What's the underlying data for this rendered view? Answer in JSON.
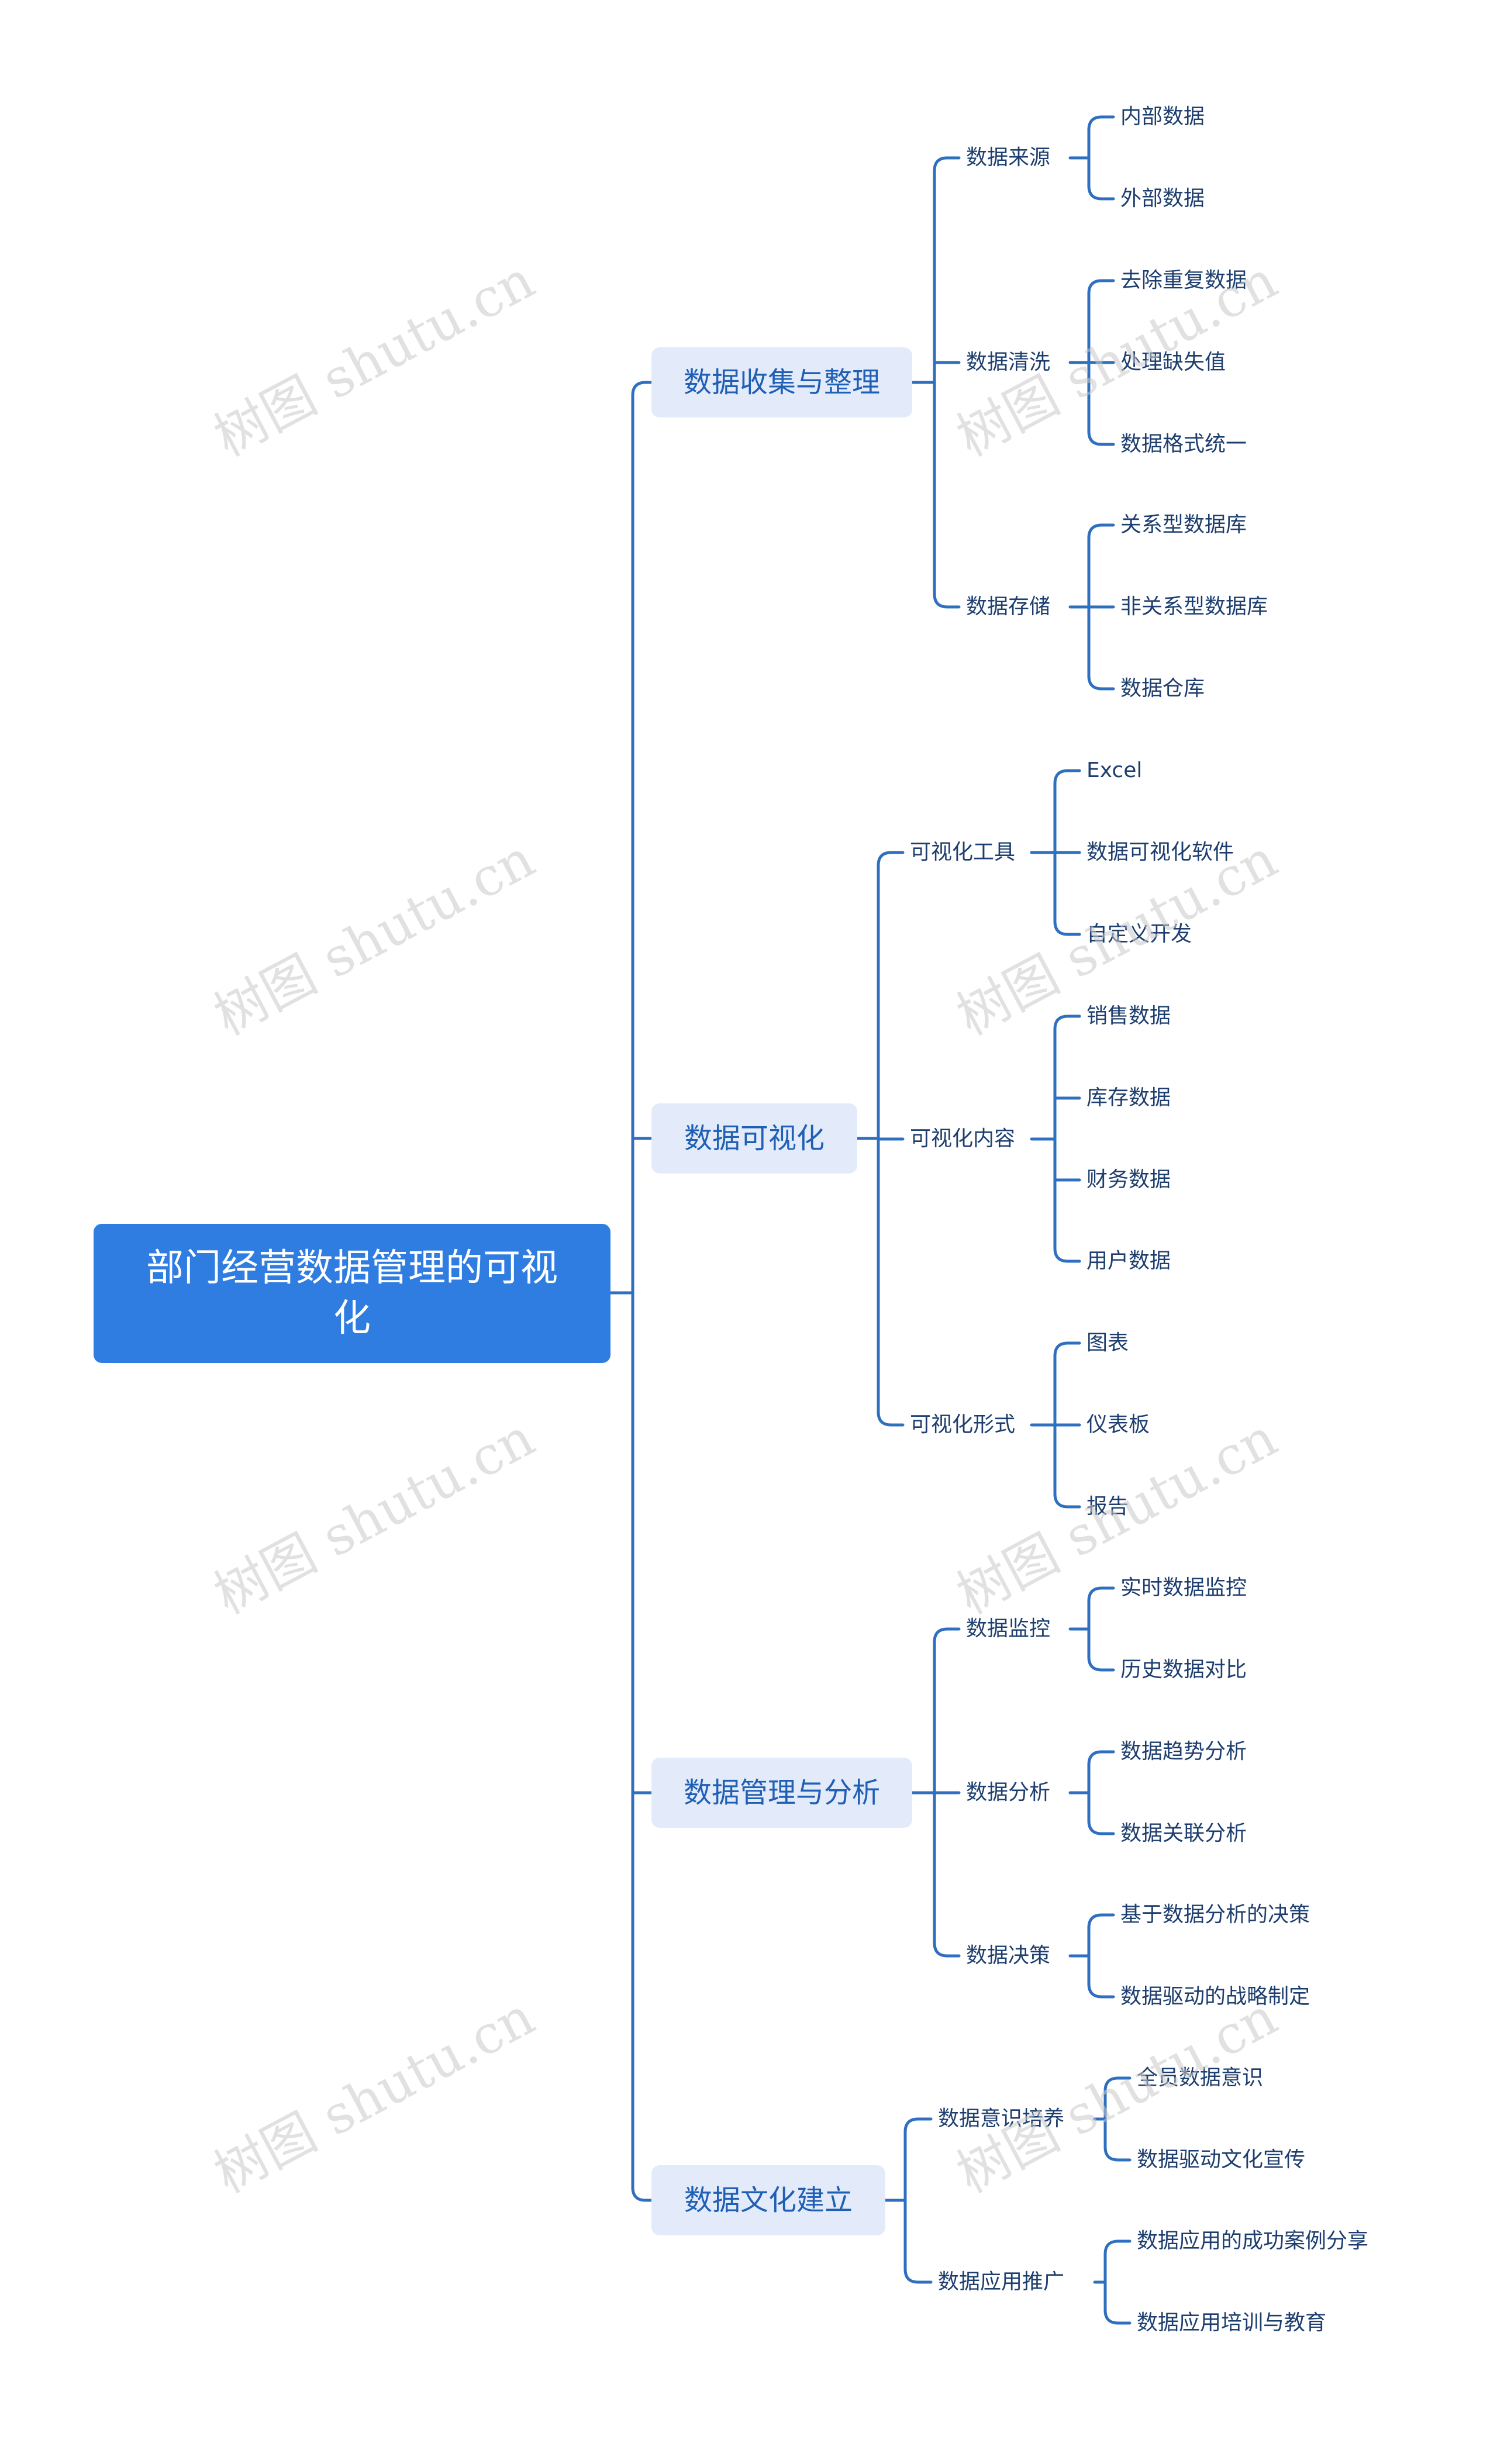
{
  "root": "部门经营数据管理的可视化",
  "branches": [
    {
      "label": "数据收集与整理",
      "children": [
        {
          "label": "数据来源",
          "children": [
            "内部数据",
            "外部数据"
          ]
        },
        {
          "label": "数据清洗",
          "children": [
            "去除重复数据",
            "处理缺失值",
            "数据格式统一"
          ]
        },
        {
          "label": "数据存储",
          "children": [
            "关系型数据库",
            "非关系型数据库",
            "数据仓库"
          ]
        }
      ]
    },
    {
      "label": "数据可视化",
      "children": [
        {
          "label": "可视化工具",
          "children": [
            "Excel",
            "数据可视化软件",
            "自定义开发"
          ]
        },
        {
          "label": "可视化内容",
          "children": [
            "销售数据",
            "库存数据",
            "财务数据",
            "用户数据"
          ]
        },
        {
          "label": "可视化形式",
          "children": [
            "图表",
            "仪表板",
            "报告"
          ]
        }
      ]
    },
    {
      "label": "数据管理与分析",
      "children": [
        {
          "label": "数据监控",
          "children": [
            "实时数据监控",
            "历史数据对比"
          ]
        },
        {
          "label": "数据分析",
          "children": [
            "数据趋势分析",
            "数据关联分析"
          ]
        },
        {
          "label": "数据决策",
          "children": [
            "基于数据分析的决策",
            "数据驱动的战略制定"
          ]
        }
      ]
    },
    {
      "label": "数据文化建立",
      "children": [
        {
          "label": "数据意识培养",
          "children": [
            "全员数据意识",
            "数据驱动文化宣传"
          ]
        },
        {
          "label": "数据应用推广",
          "children": [
            "数据应用的成功案例分享",
            "数据应用培训与教育"
          ]
        }
      ]
    }
  ],
  "watermark": "树图 shutu.cn",
  "colors": {
    "root_bg": "#2f7de1",
    "branch_bg": "#e3ebfb",
    "branch_text": "#1f5fb4",
    "line": "#2f6fc0",
    "text": "#1d3e6e"
  }
}
